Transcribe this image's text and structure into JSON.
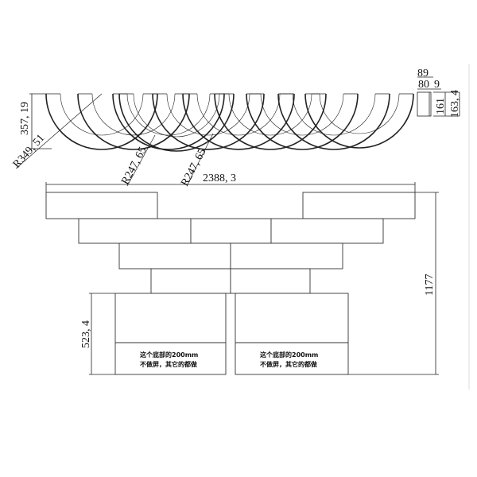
{
  "dimensions": {
    "height_top": "357, 19",
    "radius_large": "R349, 51",
    "radius_small_1": "R247, 65",
    "radius_small_2": "R247, 65",
    "overall_width": "2388, 3",
    "overall_height": "1177",
    "base_height": "523, 4",
    "profile_width_outer": "89",
    "profile_width_inner": "80",
    "profile_gap": "9",
    "profile_height_inner": "161",
    "profile_height_outer": "163, 4"
  },
  "notes": {
    "left_line1": "这个底部的200mm",
    "left_line2": "不做屏，其它的都做",
    "right_line1": "这个底部的200mm",
    "right_line2": "不做屏，其它的都做"
  }
}
